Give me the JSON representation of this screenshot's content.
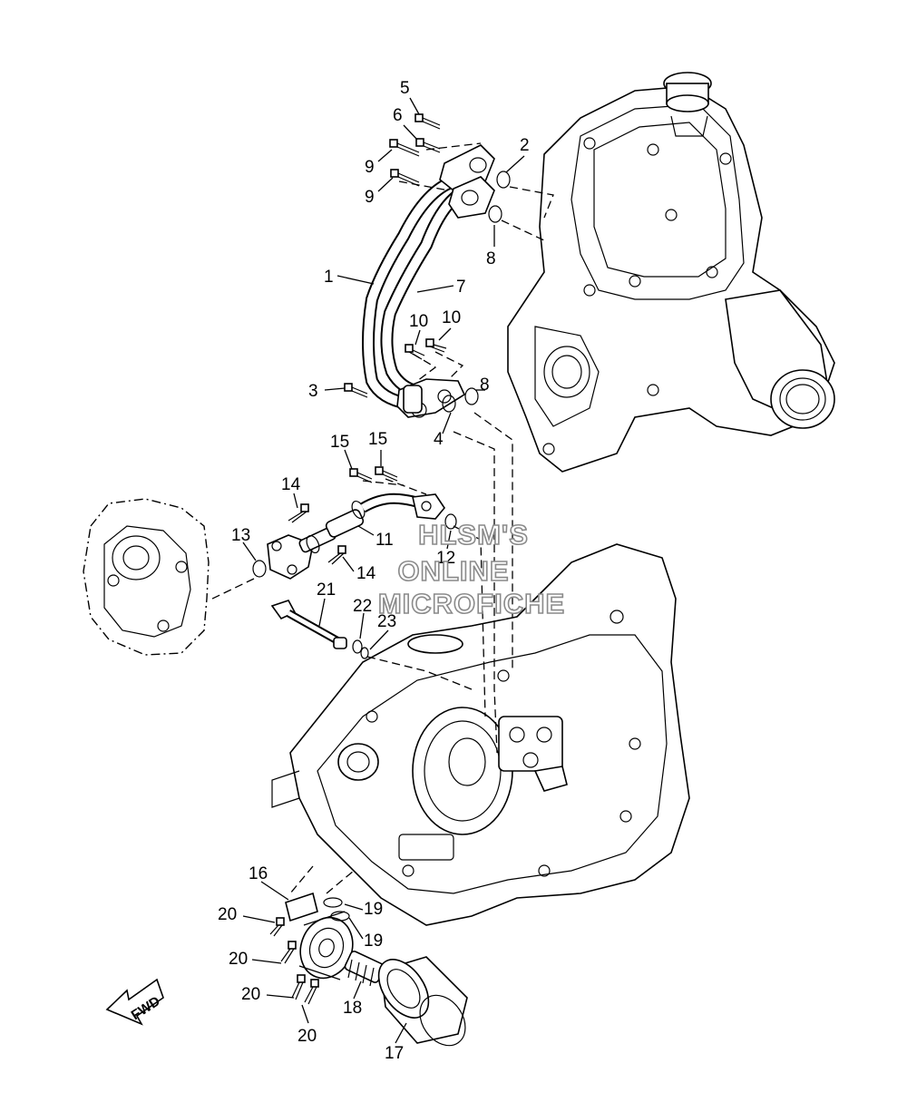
{
  "callouts": {
    "c1": "1",
    "c2": "2",
    "c3": "3",
    "c4": "4",
    "c5": "5",
    "c6": "6",
    "c7": "7",
    "c8a": "8",
    "c8b": "8",
    "c9a": "9",
    "c9b": "9",
    "c10a": "10",
    "c10b": "10",
    "c11": "11",
    "c12": "12",
    "c13": "13",
    "c14a": "14",
    "c14b": "14",
    "c15a": "15",
    "c15b": "15",
    "c16": "16",
    "c17": "17",
    "c18": "18",
    "c19a": "19",
    "c19b": "19",
    "c20a": "20",
    "c20b": "20",
    "c20c": "20",
    "c20d": "20",
    "c21": "21",
    "c22": "22",
    "c23": "23"
  },
  "watermark": {
    "line1": "HLSM'S",
    "line2": "ONLINE",
    "line3": "MICROFICHE"
  },
  "fwd_arrow": {
    "label": "FWD"
  }
}
